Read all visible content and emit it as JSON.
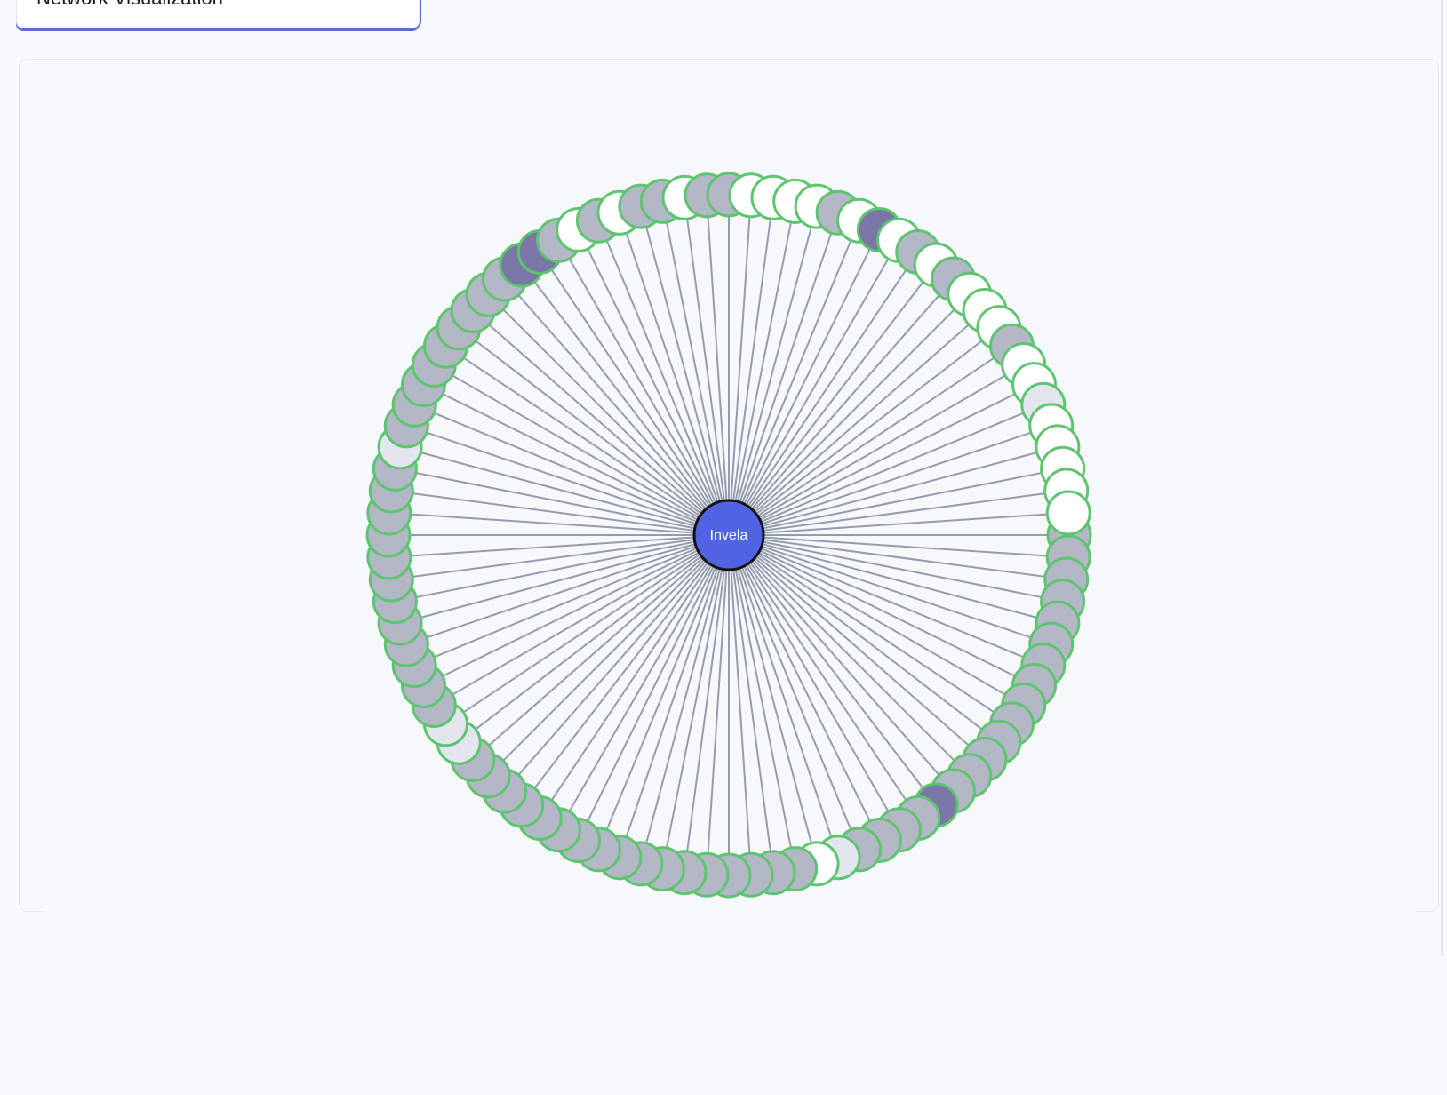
{
  "header": {
    "title": "Network Visualization"
  },
  "colors": {
    "edge": "#939cad",
    "node_stroke": "#5dc46f",
    "center_fill": "#4f63e3",
    "center_stroke": "#111111",
    "fill_white": "#ffffff",
    "fill_gray": "#b4b8c6",
    "fill_light": "#e3e6ee",
    "fill_purple": "#7a76a8"
  },
  "network": {
    "center_label": "Invela",
    "node_fills": [
      "gray",
      "gray",
      "gray",
      "gray",
      "gray",
      "gray",
      "gray",
      "gray",
      "gray",
      "gray",
      "gray",
      "gray",
      "gray",
      "gray",
      "purple",
      "gray",
      "gray",
      "gray",
      "gray",
      "light",
      "white",
      "gray",
      "gray",
      "gray",
      "gray",
      "gray",
      "gray",
      "gray",
      "gray",
      "gray",
      "gray",
      "gray",
      "gray",
      "gray",
      "gray",
      "gray",
      "gray",
      "gray",
      "light",
      "light",
      "gray",
      "gray",
      "gray",
      "gray",
      "gray",
      "gray",
      "gray",
      "gray",
      "gray",
      "gray",
      "gray",
      "gray",
      "light",
      "gray",
      "gray",
      "gray",
      "gray",
      "gray",
      "gray",
      "gray",
      "gray",
      "gray",
      "purple",
      "purple",
      "gray",
      "white",
      "gray",
      "white",
      "gray",
      "gray",
      "white",
      "gray",
      "gray",
      "white",
      "white",
      "white",
      "white",
      "gray",
      "white",
      "purple",
      "white",
      "gray",
      "white",
      "gray",
      "white",
      "white",
      "white",
      "gray",
      "white",
      "white",
      "light",
      "white",
      "white",
      "white",
      "white",
      "white"
    ]
  }
}
